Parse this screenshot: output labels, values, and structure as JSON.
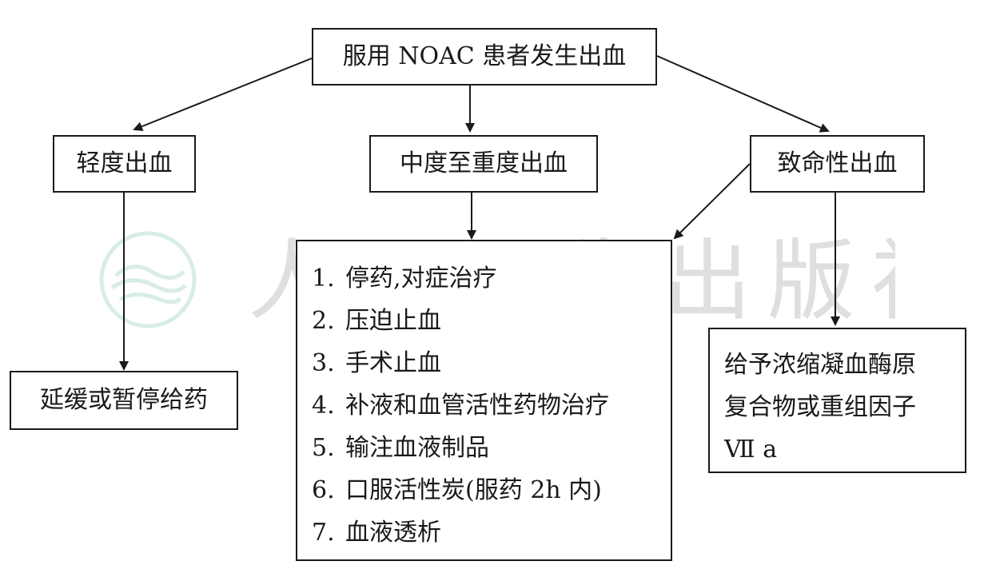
{
  "root": {
    "label": "服用 NOAC 患者发生出血"
  },
  "mild": {
    "label": "轻度出血",
    "action": "延缓或暂停给药"
  },
  "moderate": {
    "label": "中度至重度出血"
  },
  "fatal": {
    "label": "致命性出血"
  },
  "treatments": [
    {
      "num": "1.",
      "text": "停药,对症治疗"
    },
    {
      "num": "2.",
      "text": "压迫止血"
    },
    {
      "num": "3.",
      "text": "手术止血"
    },
    {
      "num": "4.",
      "text": "补液和血管活性药物治疗"
    },
    {
      "num": "5.",
      "text": "输注血液制品"
    },
    {
      "num": "6.",
      "text": "口服活性炭(服药 2h 内)"
    },
    {
      "num": "7.",
      "text": "血液透析"
    }
  ],
  "fatal_action": {
    "lines": [
      "给予浓缩凝血酶原",
      "复合物或重组因子",
      "Ⅶ a"
    ]
  },
  "watermark": {
    "text": "人民卫生出版社",
    "icon": "publisher-logo-icon"
  }
}
